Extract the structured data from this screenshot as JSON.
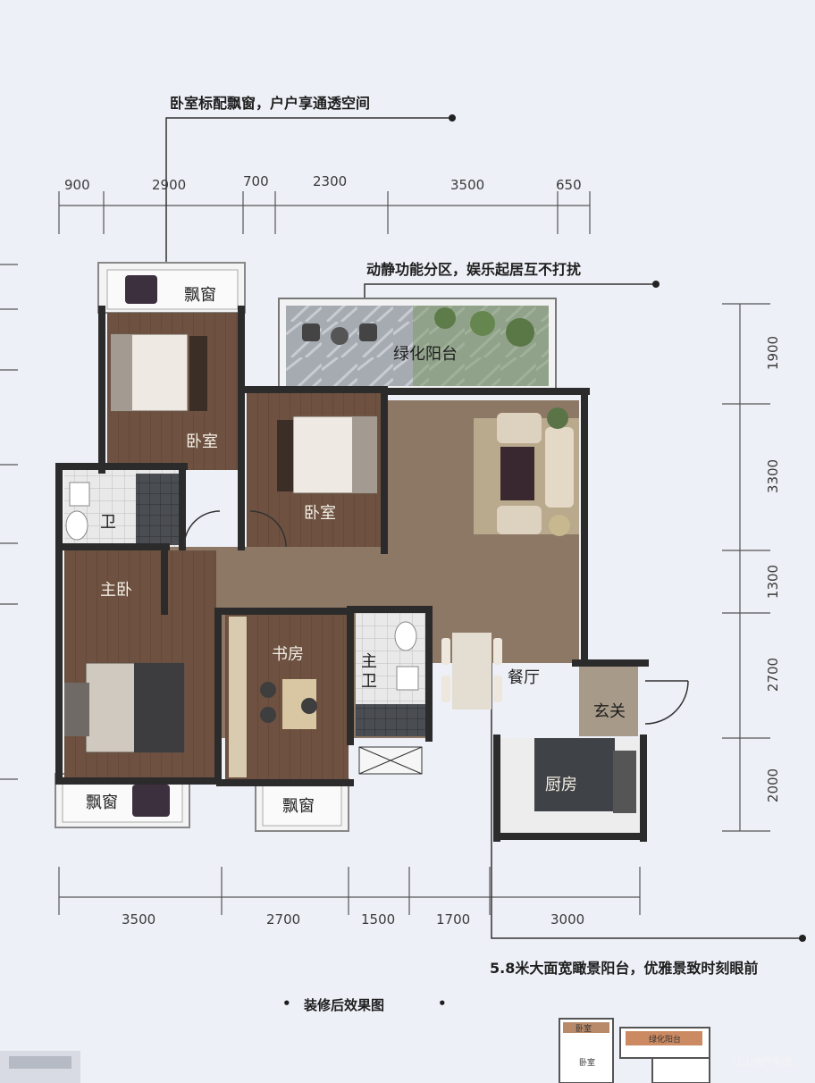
{
  "annotations": {
    "bedroom_feature": "卧室标配飘窗，户户享通透空间",
    "zoning_feature": "动静功能分区，娱乐起居互不打扰",
    "balcony_feature": "5.8米大面宽瞰景阳台，优雅景致时刻眼前",
    "caption": "装修后效果图"
  },
  "dimensions": {
    "top": [
      "900",
      "2900",
      "700",
      "2300",
      "3500",
      "650"
    ],
    "right": [
      "1900",
      "3300",
      "1300",
      "2700",
      "2000"
    ],
    "bottom": [
      "3500",
      "2700",
      "1500",
      "1700",
      "3000"
    ]
  },
  "rooms": {
    "bay_window_top": "飘窗",
    "green_balcony": "绿化阳台",
    "bedroom_left": "卧室",
    "bedroom_middle": "卧室",
    "bathroom": "卫",
    "master_bedroom": "主卧",
    "study": "书房",
    "master_bathroom": "主卫",
    "dining_room": "餐厅",
    "entrance": "玄关",
    "kitchen": "厨房",
    "bay_window_bottom_left": "飘窗",
    "bay_window_bottom_mid": "飘窗"
  },
  "thumbnail": {
    "label_a": "卧室",
    "label_b": "卧室",
    "label_c": "绿化阳台"
  },
  "credit": "江山地产供图",
  "colors": {
    "background": "#eef0f7",
    "wall": "#2b2b2b",
    "wood_floor": "#6e5140",
    "living_floor": "#8c7762",
    "tile_floor": "#e6e6e6",
    "balcony_stone": "#9aa0a8"
  }
}
